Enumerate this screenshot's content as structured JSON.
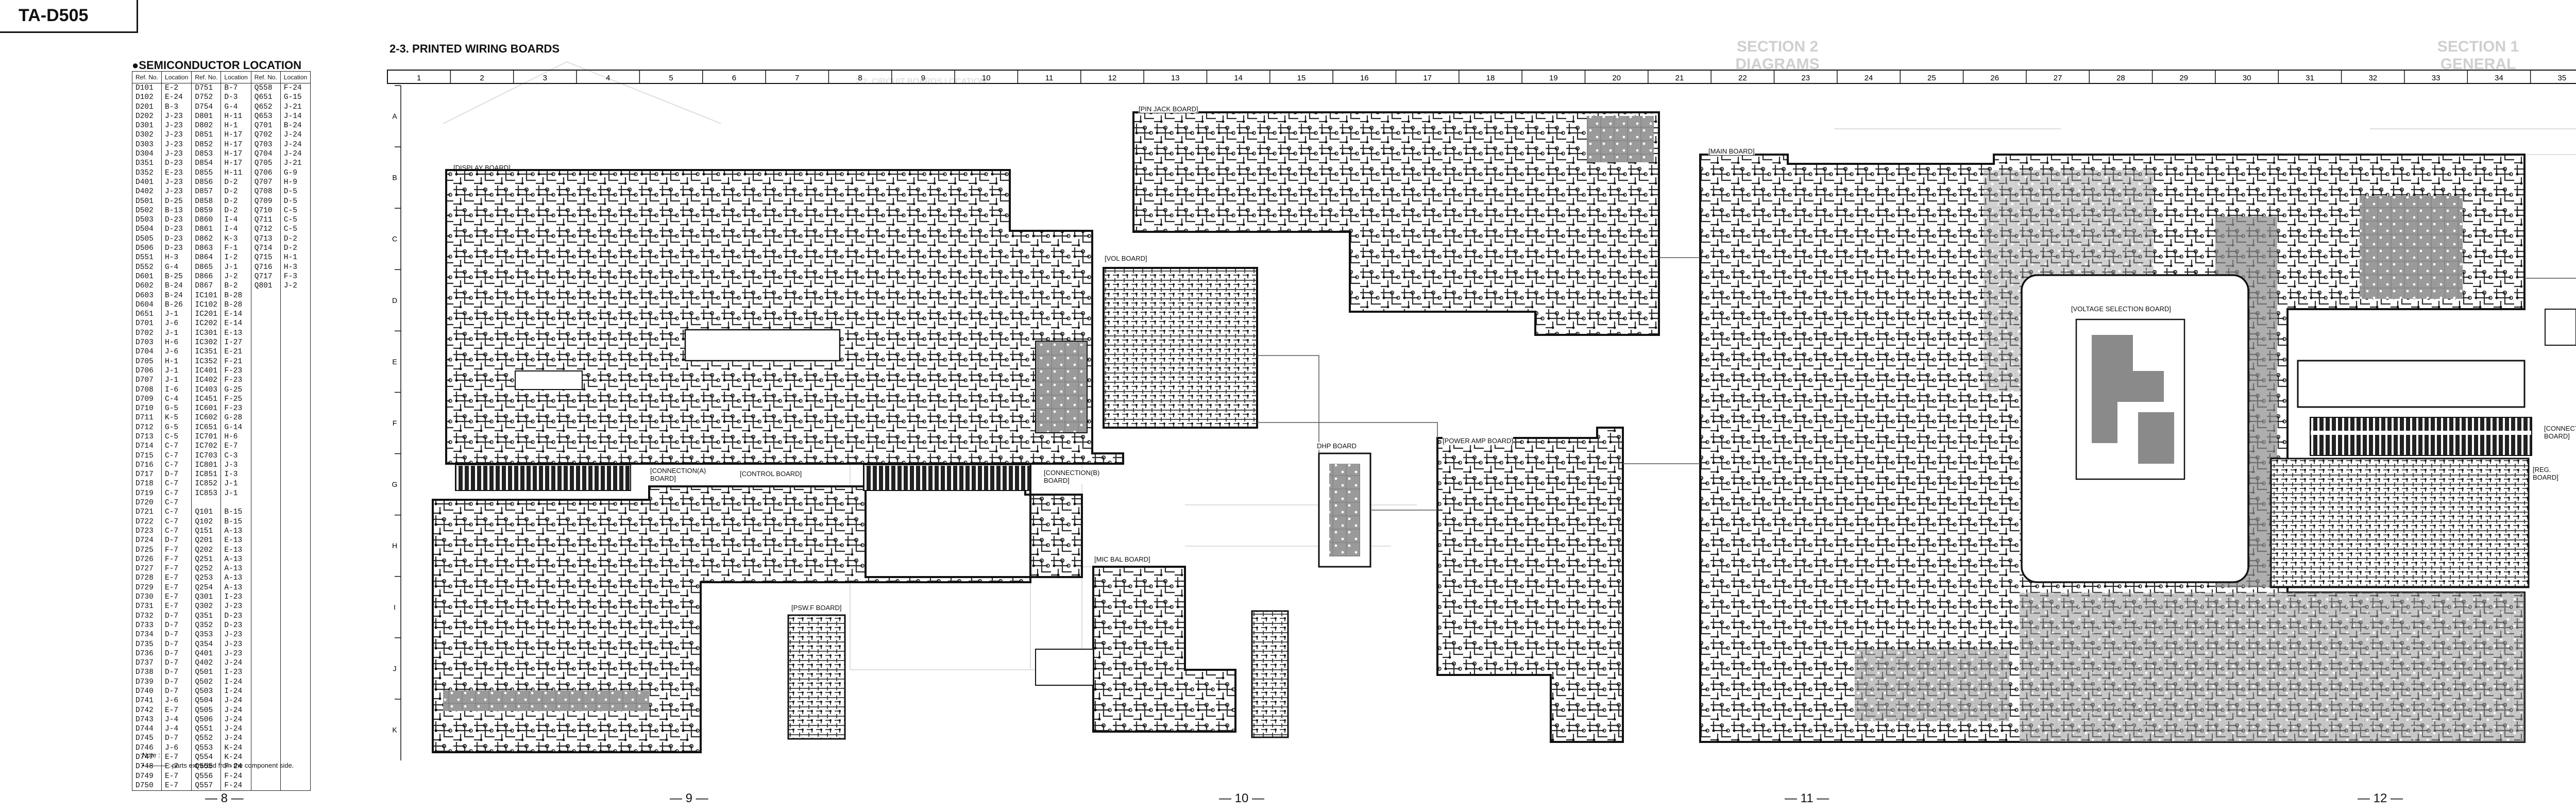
{
  "model": "TA-D505",
  "semiconductor_location": {
    "title": "●SEMICONDUCTOR LOCATION",
    "headers": [
      "Ref. No.",
      "Location",
      "Ref. No.",
      "Location",
      "Ref. No.",
      "Location"
    ],
    "rows": [
      [
        "D101",
        "E-2",
        "D751",
        "B-7",
        "Q558",
        "F-24"
      ],
      [
        "D102",
        "E-24",
        "D752",
        "D-3",
        "Q651",
        "G-15"
      ],
      [
        "D201",
        "B-3",
        "D754",
        "G-4",
        "Q652",
        "J-21"
      ],
      [
        "D202",
        "J-23",
        "D801",
        "H-11",
        "Q653",
        "J-14"
      ],
      [
        "D301",
        "J-23",
        "D802",
        "H-1",
        "Q701",
        "B-24"
      ],
      [
        "D302",
        "J-23",
        "D851",
        "H-17",
        "Q702",
        "J-24"
      ],
      [
        "D303",
        "J-23",
        "D852",
        "H-17",
        "Q703",
        "J-24"
      ],
      [
        "D304",
        "J-23",
        "D853",
        "H-17",
        "Q704",
        "J-24"
      ],
      [
        "D351",
        "D-23",
        "D854",
        "H-17",
        "Q705",
        "J-21"
      ],
      [
        "D352",
        "E-23",
        "D855",
        "H-11",
        "Q706",
        "G-9"
      ],
      [
        "D401",
        "J-23",
        "D856",
        "D-2",
        "Q707",
        "H-9"
      ],
      [
        "D402",
        "J-23",
        "D857",
        "D-2",
        "Q708",
        "D-5"
      ],
      [
        "D501",
        "D-25",
        "D858",
        "D-2",
        "Q709",
        "D-5"
      ],
      [
        "D502",
        "B-13",
        "D859",
        "D-2",
        "Q710",
        "C-5"
      ],
      [
        "D503",
        "D-23",
        "D860",
        "I-4",
        "Q711",
        "C-5"
      ],
      [
        "D504",
        "D-23",
        "D861",
        "I-4",
        "Q712",
        "C-5"
      ],
      [
        "D505",
        "D-23",
        "D862",
        "K-3",
        "Q713",
        "D-2"
      ],
      [
        "D506",
        "D-23",
        "D863",
        "F-1",
        "Q714",
        "D-2"
      ],
      [
        "D551",
        "H-3",
        "D864",
        "I-2",
        "Q715",
        "H-1"
      ],
      [
        "D552",
        "G-4",
        "D865",
        "J-1",
        "Q716",
        "H-3"
      ],
      [
        "D601",
        "B-25",
        "D866",
        "J-2",
        "Q717",
        "F-3"
      ],
      [
        "D602",
        "B-24",
        "D867",
        "B-2",
        "Q801",
        "J-2"
      ],
      [
        "D603",
        "B-24",
        "IC101",
        "B-28",
        "",
        " "
      ],
      [
        "D604",
        "B-26",
        "IC102",
        "B-28",
        "",
        ""
      ],
      [
        "D651",
        "J-1",
        "IC201",
        "E-14",
        "",
        ""
      ],
      [
        "D701",
        "J-6",
        "IC202",
        "E-14",
        "",
        ""
      ],
      [
        "D702",
        "J-1",
        "IC301",
        "E-13",
        "",
        ""
      ],
      [
        "D703",
        "H-6",
        "IC302",
        "I-27",
        "",
        ""
      ],
      [
        "D704",
        "J-6",
        "IC351",
        "E-21",
        "",
        ""
      ],
      [
        "D705",
        "H-1",
        "IC352",
        "F-21",
        "",
        ""
      ],
      [
        "D706",
        "J-1",
        "IC401",
        "F-23",
        "",
        ""
      ],
      [
        "D707",
        "J-1",
        "IC402",
        "F-23",
        "",
        ""
      ],
      [
        "D708",
        "I-6",
        "IC403",
        "G-25",
        "",
        ""
      ],
      [
        "D709",
        "C-4",
        "IC451",
        "F-25",
        "",
        ""
      ],
      [
        "D710",
        "G-5",
        "IC601",
        "F-23",
        "",
        ""
      ],
      [
        "D711",
        "K-5",
        "IC602",
        "G-28",
        "",
        ""
      ],
      [
        "D712",
        "G-5",
        "IC651",
        "G-14",
        "",
        ""
      ],
      [
        "D713",
        "C-5",
        "IC701",
        "H-6",
        "",
        ""
      ],
      [
        "D714",
        "C-7",
        "IC702",
        "E-7",
        "",
        ""
      ],
      [
        "D715",
        "C-7",
        "IC703",
        "C-3",
        "",
        ""
      ],
      [
        "D716",
        "C-7",
        "IC801",
        "J-3",
        "",
        ""
      ],
      [
        "D717",
        "D-7",
        "IC851",
        "I-3",
        "",
        ""
      ],
      [
        "D718",
        "C-7",
        "IC852",
        "J-1",
        "",
        ""
      ],
      [
        "D719",
        "C-7",
        "IC853",
        "J-1",
        "",
        ""
      ],
      [
        "D720",
        "C-7",
        "",
        "",
        "",
        ""
      ],
      [
        "D721",
        "C-7",
        "Q101",
        "B-15",
        "",
        ""
      ],
      [
        "D722",
        "C-7",
        "Q102",
        "B-15",
        "",
        ""
      ],
      [
        "D723",
        "C-7",
        "Q151",
        "A-13",
        "",
        ""
      ],
      [
        "D724",
        "D-7",
        "Q201",
        "E-13",
        "",
        ""
      ],
      [
        "D725",
        "F-7",
        "Q202",
        "E-13",
        "",
        ""
      ],
      [
        "D726",
        "F-7",
        "Q251",
        "A-13",
        "",
        ""
      ],
      [
        "D727",
        "F-7",
        "Q252",
        "A-13",
        "",
        ""
      ],
      [
        "D728",
        "E-7",
        "Q253",
        "A-13",
        "",
        ""
      ],
      [
        "D729",
        "E-7",
        "Q254",
        "A-13",
        "",
        ""
      ],
      [
        "D730",
        "E-7",
        "Q301",
        "I-23",
        "",
        ""
      ],
      [
        "D731",
        "E-7",
        "Q302",
        "J-23",
        "",
        ""
      ],
      [
        "D732",
        "D-7",
        "Q351",
        "D-23",
        "",
        ""
      ],
      [
        "D733",
        "D-7",
        "Q352",
        "D-23",
        "",
        ""
      ],
      [
        "D734",
        "D-7",
        "Q353",
        "J-23",
        "",
        ""
      ],
      [
        "D735",
        "D-7",
        "Q354",
        "J-23",
        "",
        ""
      ],
      [
        "D736",
        "D-7",
        "Q401",
        "J-23",
        "",
        ""
      ],
      [
        "D737",
        "D-7",
        "Q402",
        "J-24",
        "",
        ""
      ],
      [
        "D738",
        "D-7",
        "Q501",
        "I-23",
        "",
        ""
      ],
      [
        "D739",
        "D-7",
        "Q502",
        "I-24",
        "",
        ""
      ],
      [
        "D740",
        "D-7",
        "Q503",
        "I-24",
        "",
        ""
      ],
      [
        "D741",
        "J-6",
        "Q504",
        "J-24",
        "",
        ""
      ],
      [
        "D742",
        "E-7",
        "Q505",
        "J-24",
        "",
        ""
      ],
      [
        "D743",
        "J-4",
        "Q506",
        "J-24",
        "",
        ""
      ],
      [
        "D744",
        "J-4",
        "Q551",
        "J-24",
        "",
        ""
      ],
      [
        "D745",
        "D-7",
        "Q552",
        "J-24",
        "",
        ""
      ],
      [
        "D746",
        "J-6",
        "Q553",
        "K-24",
        "",
        ""
      ],
      [
        "D747",
        "E-7",
        "Q554",
        "K-24",
        "",
        ""
      ],
      [
        "D748",
        "E-7",
        "Q555",
        "F-24",
        "",
        ""
      ],
      [
        "D749",
        "E-7",
        "Q556",
        "F-24",
        "",
        ""
      ],
      [
        "D750",
        "E-7",
        "Q557",
        "F-24",
        "",
        ""
      ]
    ]
  },
  "note": {
    "title": "Note :",
    "text": "• ——— : parts extracted from the component side."
  },
  "section_title": "2-3. PRINTED WIRING BOARDS",
  "column_ruler": [
    "1",
    "2",
    "3",
    "4",
    "5",
    "6",
    "7",
    "8",
    "9",
    "10",
    "11",
    "12",
    "13",
    "14",
    "15",
    "16",
    "17",
    "18",
    "19",
    "20",
    "21",
    "22",
    "23",
    "24",
    "25",
    "26",
    "27",
    "28",
    "29",
    "30",
    "31",
    "32",
    "33",
    "34",
    "35"
  ],
  "row_ruler": [
    "A",
    "B",
    "C",
    "D",
    "E",
    "F",
    "G",
    "H",
    "I",
    "J",
    "K"
  ],
  "boards": {
    "display": "[DISPLAY BOARD]",
    "connection_a": "[CONNECTION(A) BOARD]",
    "control": "[CONTROL BOARD]",
    "connection_b": "[CONNECTION(B) BOARD]",
    "pin_jack": "[PIN JACK BOARD]",
    "vol": "[VOL BOARD]",
    "mic_bal": "[MIC BAL BOARD]",
    "psw_f": "[PSW.F BOARD]",
    "dhp": "DHP BOARD",
    "power_amp": "[POWER AMP BOARD]",
    "main": "[MAIN BOARD]",
    "voltage_selection": "[VOLTAGE SELECTION BOARD]",
    "connection_c": "[CONNECTION BOARD]",
    "reg": "[REG. BOARD]"
  },
  "page_numbers": [
    "— 8 —",
    "— 9 —",
    "— 10 —",
    "— 11 —",
    "— 12 —"
  ],
  "bleed_through": {
    "section1": "SECTION 1\nGENERAL",
    "section2": "SECTION 2\nDIAGRAMS",
    "sub": "2-2. CIRCUIT BOARDS LOCATION"
  },
  "colors": {
    "ink": "#1a1a1a",
    "copper": "#8a8a8a",
    "copper_dark": "#555555",
    "ghost": "#d0d0d0"
  }
}
